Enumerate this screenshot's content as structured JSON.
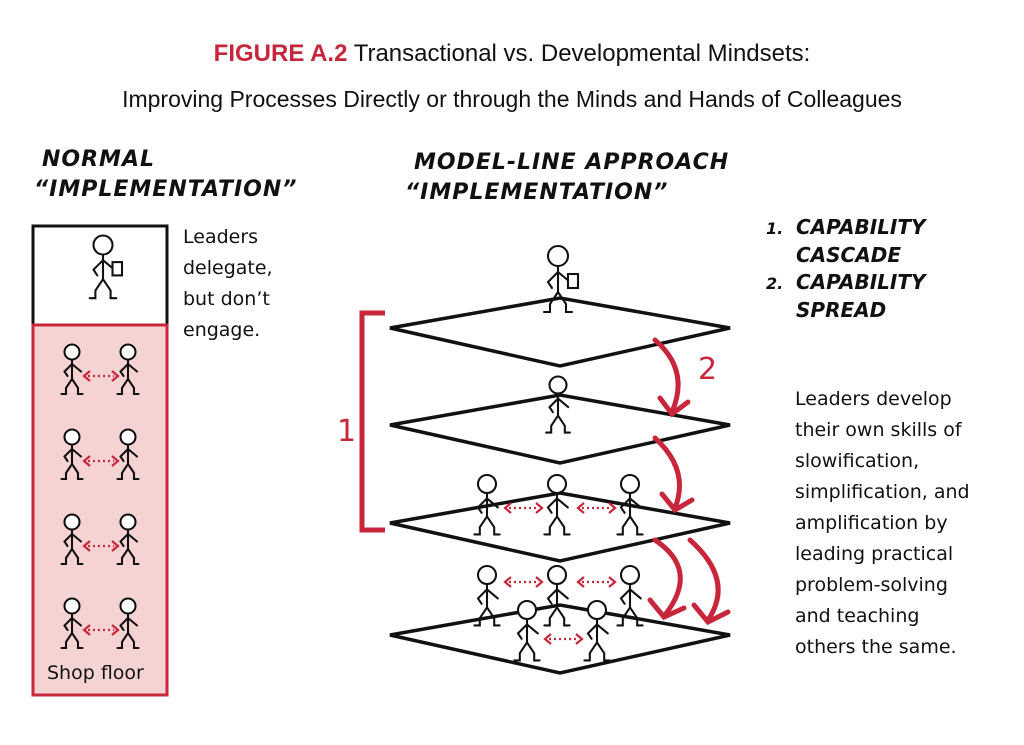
{
  "title": {
    "label": "FIGURE A.2",
    "text": "Transactional vs. Developmental Mindsets:"
  },
  "subtitle": "Improving Processes Directly or through the Minds and Hands of Colleagues",
  "left": {
    "heading_1": "NORMAL",
    "heading_2": "“IMPLEMENTATION”",
    "note": [
      "Leaders",
      "delegate,",
      "but don’t",
      "engage."
    ],
    "shop_floor": "Shop floor"
  },
  "middle": {
    "heading_1": "MODEL-LINE APPROACH",
    "heading_2": "“IMPLEMENTATION”",
    "bracket_label": "1",
    "arrow_label": "2"
  },
  "right": {
    "list": [
      {
        "num": "1.",
        "lines": [
          "CAPABILITY",
          "CASCADE"
        ]
      },
      {
        "num": "2.",
        "lines": [
          "CAPABILITY",
          "SPREAD"
        ]
      }
    ],
    "description": [
      "Leaders develop",
      "their own skills of",
      "slowification,",
      "simplification, and",
      "amplification by",
      "leading practical",
      "problem-solving",
      "and teaching",
      "others the same."
    ]
  },
  "colors": {
    "accent": "#c8263a",
    "pink": "#f6d3d3"
  }
}
